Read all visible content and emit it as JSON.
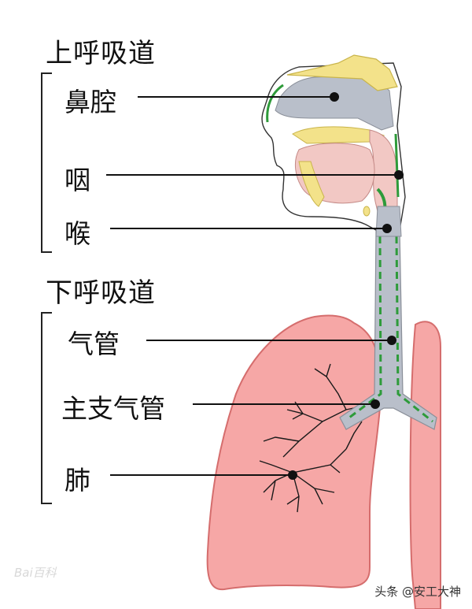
{
  "upper_tract": {
    "heading": "上呼吸道",
    "parts": [
      {
        "label": "鼻腔"
      },
      {
        "label": "咽"
      },
      {
        "label": "喉"
      }
    ]
  },
  "lower_tract": {
    "heading": "下呼吸道",
    "parts": [
      {
        "label": "气管"
      },
      {
        "label": "主支气管"
      },
      {
        "label": "肺"
      }
    ]
  },
  "watermarks": {
    "left": "Bai百科",
    "right": "头条 @安工大神"
  },
  "colors": {
    "lung_fill": "#f6a7a6",
    "lung_outline": "#d56d6d",
    "airway_fill": "#b9bfca",
    "airway_lining": "#2e9b3a",
    "bone_yellow": "#f3e28a",
    "throat_pink": "#f2c8c4",
    "leader_line": "#111111"
  }
}
